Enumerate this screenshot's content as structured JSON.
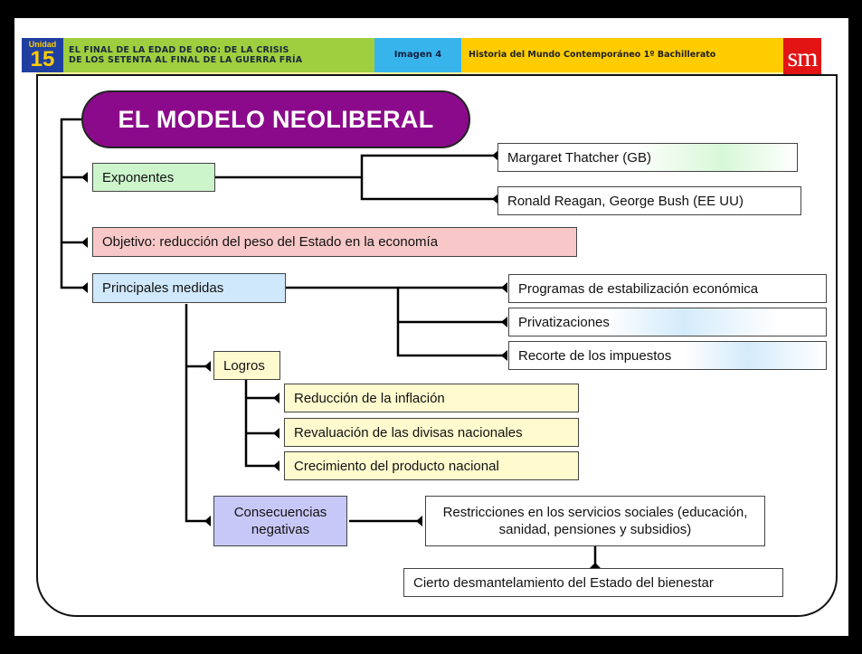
{
  "header": {
    "unit_label": "Unidad",
    "unit_number": "15",
    "chapter_line1": "EL FINAL DE LA EDAD DE ORO: DE LA CRISIS",
    "chapter_line2": "DE LOS SETENTA AL FINAL DE LA GUERRA FRÍA",
    "image_label": "Imagen 4",
    "course": "Historia del Mundo Contemporáneo 1º Bachillerato",
    "brand": "sm"
  },
  "diagram": {
    "title": "EL MODELO NEOLIBERAL",
    "exponentes": {
      "label": "Exponentes",
      "items": [
        "Margaret Thatcher (GB)",
        "Ronald Reagan, George Bush (EE UU)"
      ]
    },
    "objetivo": "Objetivo: reducción del peso del Estado en la economía",
    "medidas": {
      "label": "Principales medidas",
      "items": [
        "Programas de estabilización económica",
        "Privatizaciones",
        "Recorte de los impuestos"
      ]
    },
    "logros": {
      "label": "Logros",
      "items": [
        "Reducción de la inflación",
        "Revaluación de las divisas nacionales",
        "Crecimiento del producto nacional"
      ]
    },
    "consecuencias": {
      "label": "Consecuencias negativas",
      "restricciones": "Restricciones en los servicios sociales (educación, sanidad, pensiones y subsidios)",
      "desmantelamiento": "Cierto desmantelamiento del Estado del bienestar"
    }
  },
  "colors": {
    "title_purple": "#8b0a8b",
    "green_box": "#ccf5cc",
    "red_box": "#f8c8c8",
    "blue_box": "#cfe8fb",
    "yellow_box": "#fffbcf",
    "lavender_box": "#c8c8f8"
  }
}
